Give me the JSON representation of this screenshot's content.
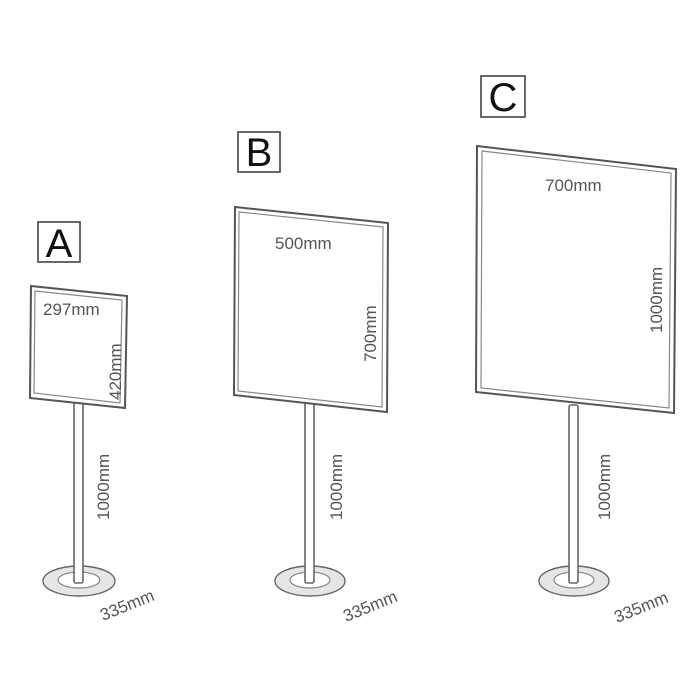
{
  "stands": [
    {
      "label": "A",
      "width": "297mm",
      "height": "420mm",
      "pole": "1000mm",
      "base": "335mm"
    },
    {
      "label": "B",
      "width": "500mm",
      "height": "700mm",
      "pole": "1000mm",
      "base": "335mm"
    },
    {
      "label": "C",
      "width": "700mm",
      "height": "1000mm",
      "pole": "1000mm",
      "base": "335mm"
    }
  ]
}
